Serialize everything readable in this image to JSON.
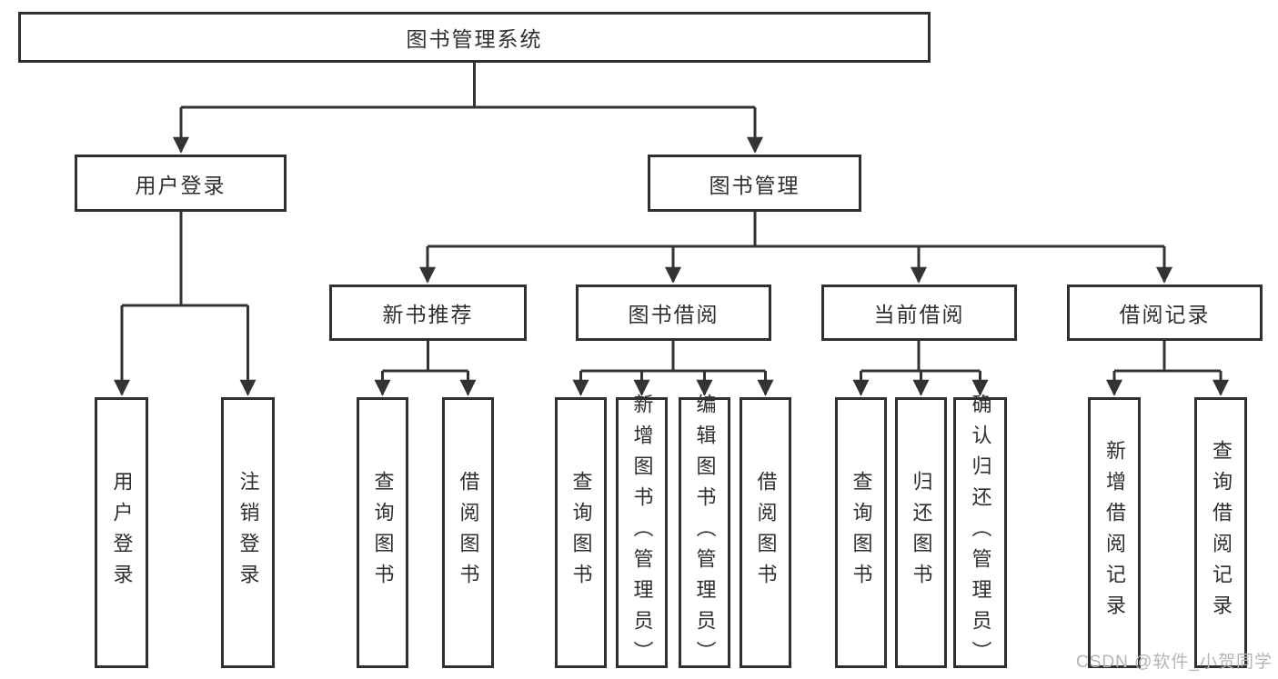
{
  "diagram": {
    "root": {
      "label": "图书管理系统"
    },
    "branches": [
      {
        "label": "用户登录",
        "children": [
          {
            "label": "用户登录"
          },
          {
            "label": "注销登录"
          }
        ]
      },
      {
        "label": "图书管理",
        "children": [
          {
            "label": "新书推荐",
            "children": [
              {
                "label": "查询图书"
              },
              {
                "label": "借阅图书"
              }
            ]
          },
          {
            "label": "图书借阅",
            "children": [
              {
                "label": "查询图书"
              },
              {
                "label": "新增图书（管理员）"
              },
              {
                "label": "编辑图书（管理员）"
              },
              {
                "label": "借阅图书"
              }
            ]
          },
          {
            "label": "当前借阅",
            "children": [
              {
                "label": "查询图书"
              },
              {
                "label": "归还图书"
              },
              {
                "label": "确认归还（管理员）"
              }
            ]
          },
          {
            "label": "借阅记录",
            "children": [
              {
                "label": "新增借阅记录"
              },
              {
                "label": "查询借阅记录"
              }
            ]
          }
        ]
      }
    ]
  },
  "watermark": {
    "text": "CSDN @软件_小贺同学"
  },
  "colors": {
    "line": "#333333",
    "border": "#2f2f2f",
    "text": "#2f2f2f",
    "watermark": "#b5b5b5",
    "background": "#ffffff"
  }
}
